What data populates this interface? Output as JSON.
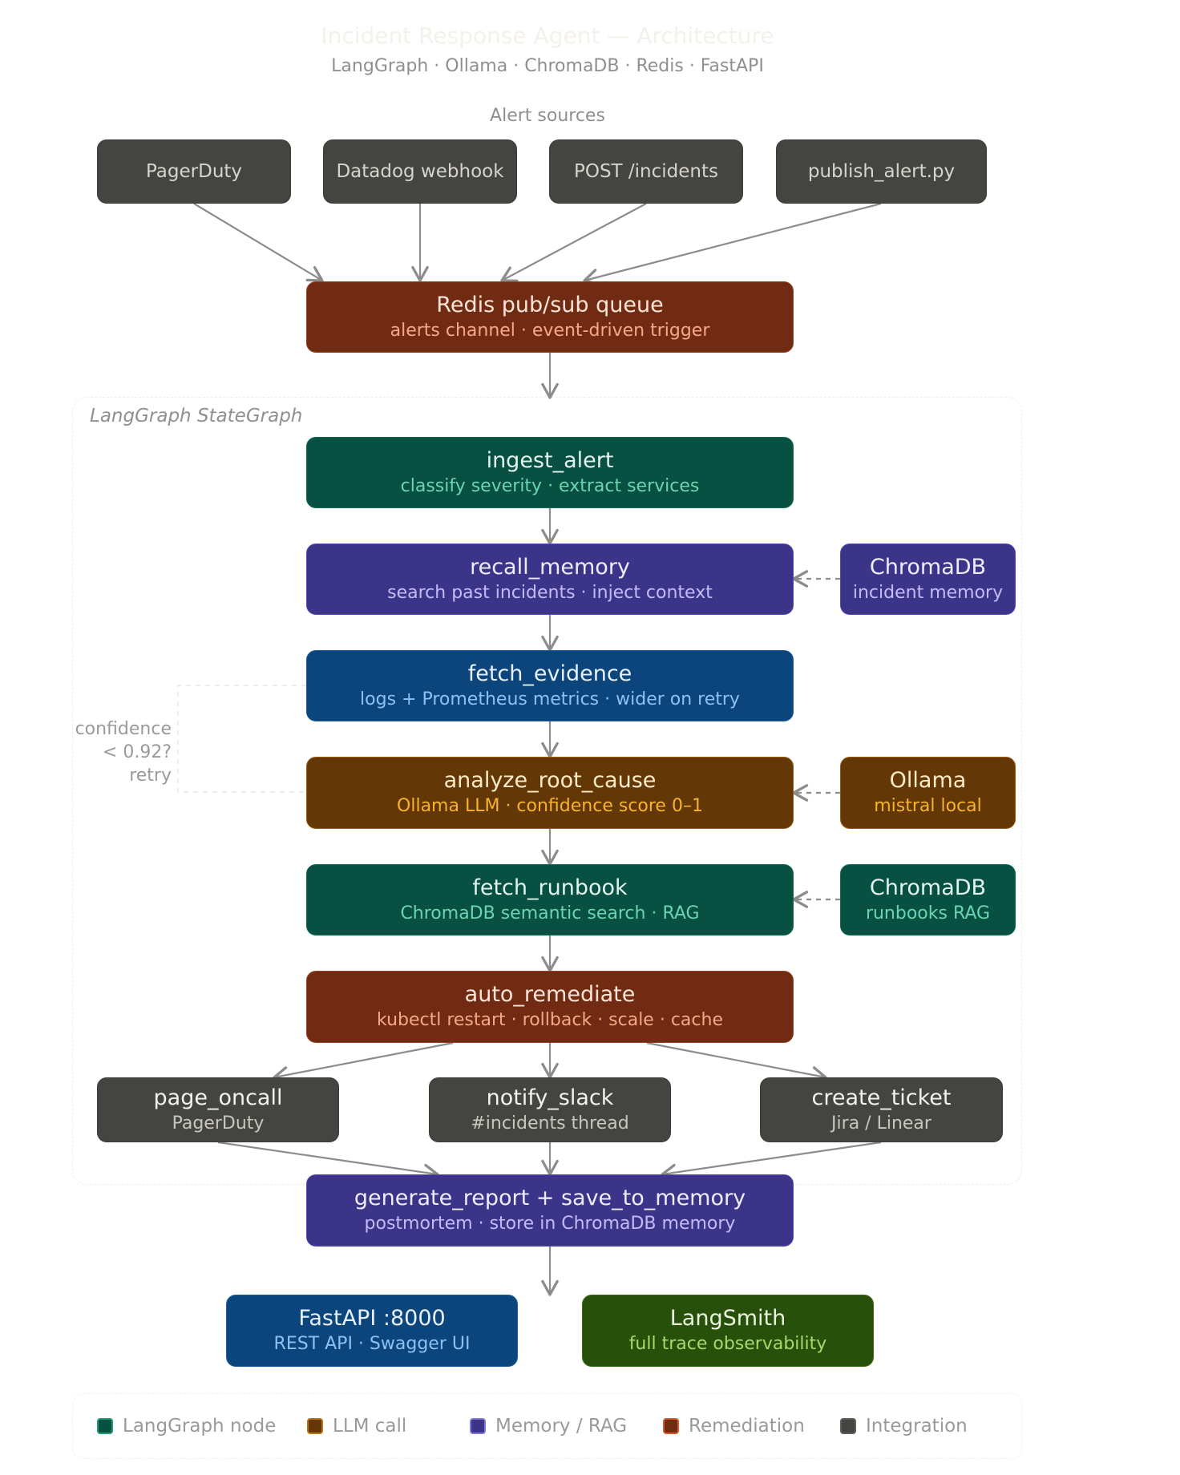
{
  "title": "Incident Response Agent — Architecture",
  "subtitle": "LangGraph · Ollama · ChromaDB · Redis · FastAPI",
  "alert_sources_label": "Alert sources",
  "sources": [
    "PagerDuty",
    "Datadog webhook",
    "POST /incidents",
    "publish_alert.py"
  ],
  "queue": {
    "title": "Redis pub/sub queue",
    "subtitle": "alerts channel · event-driven trigger"
  },
  "graph_label": "LangGraph StateGraph",
  "nodes": {
    "ingest": {
      "title": "ingest_alert",
      "subtitle": "classify severity · extract services"
    },
    "recall": {
      "title": "recall_memory",
      "subtitle": "search past incidents · inject context"
    },
    "fetch_evidence": {
      "title": "fetch_evidence",
      "subtitle": "logs + Prometheus metrics · wider on retry"
    },
    "analyze": {
      "title": "analyze_root_cause",
      "subtitle": "Ollama LLM · confidence score 0–1"
    },
    "fetch_runbook": {
      "title": "fetch_runbook",
      "subtitle": "ChromaDB semantic search · RAG"
    },
    "remediate": {
      "title": "auto_remediate",
      "subtitle": "kubectl restart · rollback · scale · cache"
    },
    "report": {
      "title": "generate_report + save_to_memory",
      "subtitle": "postmortem · store in ChromaDB memory"
    }
  },
  "side": {
    "chroma_memory": {
      "title": "ChromaDB",
      "subtitle": "incident memory"
    },
    "ollama": {
      "title": "Ollama",
      "subtitle": "mistral local"
    },
    "chroma_runbooks": {
      "title": "ChromaDB",
      "subtitle": "runbooks RAG"
    }
  },
  "retry": {
    "line1": "confidence",
    "line2": "< 0.92?",
    "line3": "retry"
  },
  "actions": {
    "page": {
      "title": "page_oncall",
      "subtitle": "PagerDuty"
    },
    "slack": {
      "title": "notify_slack",
      "subtitle": "#incidents thread"
    },
    "ticket": {
      "title": "create_ticket",
      "subtitle": "Jira / Linear"
    }
  },
  "outputs": {
    "fastapi": {
      "title": "FastAPI :8000",
      "subtitle": "REST API · Swagger UI"
    },
    "langsmith": {
      "title": "LangSmith",
      "subtitle": "full trace observability"
    }
  },
  "legend": [
    {
      "label": "LangGraph node",
      "color": "#085041",
      "border": "#1d9e75"
    },
    {
      "label": "LLM call",
      "color": "#633806",
      "border": "#ba7517"
    },
    {
      "label": "Memory / RAG",
      "color": "#3c3489",
      "border": "#7f77dd"
    },
    {
      "label": "Remediation",
      "color": "#712b13",
      "border": "#d85a30"
    },
    {
      "label": "Integration",
      "color": "#444441",
      "border": "#5f5e5a"
    }
  ]
}
